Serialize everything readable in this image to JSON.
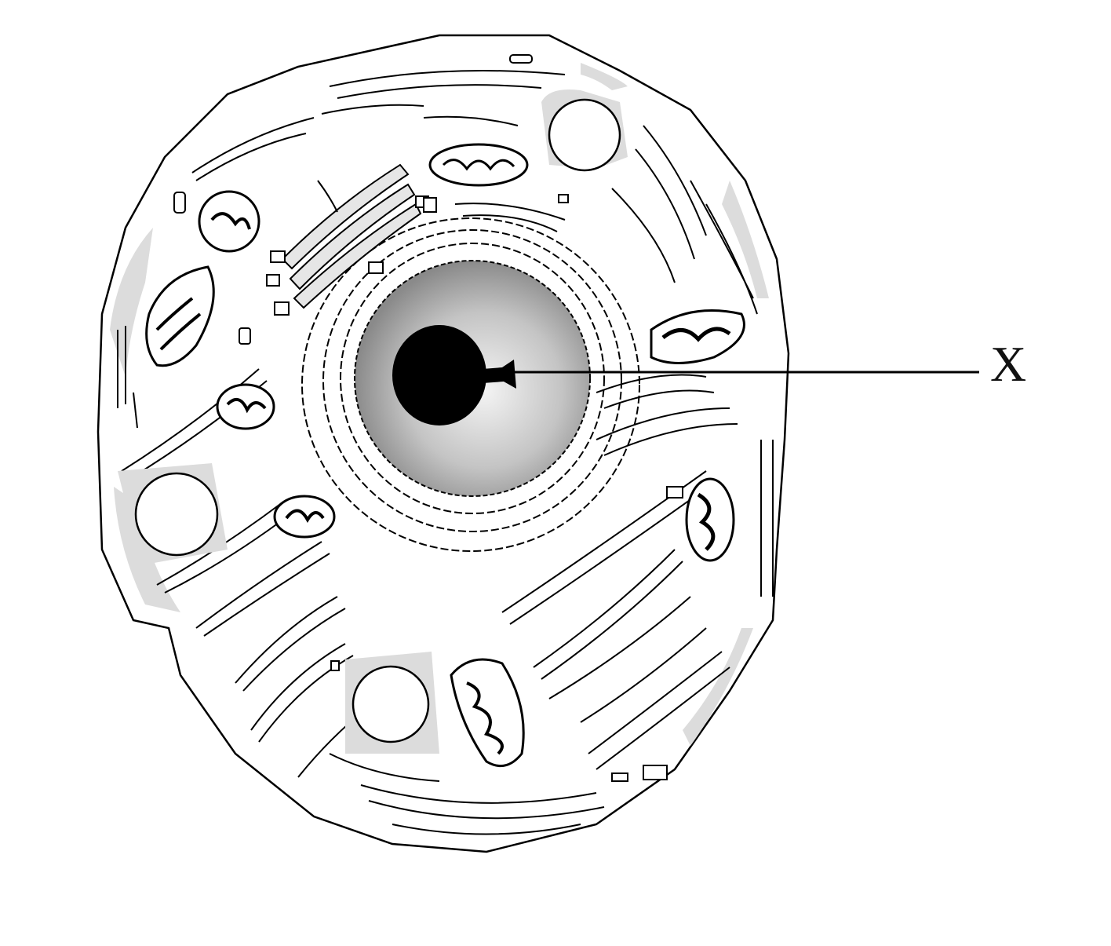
{
  "diagram": {
    "type": "animal cell cross-section (line drawing)",
    "labels": [
      {
        "id": "X",
        "text": "X",
        "points_to": "nucleolus"
      }
    ],
    "structures": {
      "cell_membrane": "cell-membrane",
      "nucleus": "nucleus",
      "nucleolus": "nucleolus",
      "mitochondria_count": 7,
      "vacuoles_count": 3,
      "golgi": "golgi-apparatus",
      "er": "endoplasmic-reticulum"
    },
    "colors": {
      "outline": "#000000",
      "cytoplasm": "#ffffff",
      "shading": "#d9d9d9",
      "nucleus_center": "#f2f2f2",
      "nucleus_edge": "#8c8c8c",
      "nucleolus": "#000000"
    }
  }
}
